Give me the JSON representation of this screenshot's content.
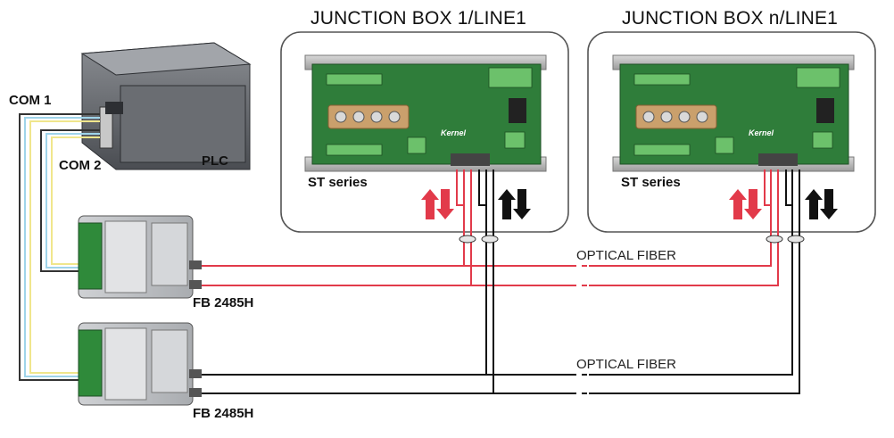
{
  "diagram": {
    "junction_box_1": {
      "title": "JUNCTION BOX 1/LINE1",
      "series_label": "ST series"
    },
    "junction_box_n": {
      "title": "JUNCTION BOX n/LINE1",
      "series_label": "ST series"
    },
    "plc": {
      "label": "PLC",
      "com1_label": "COM 1",
      "com2_label": "COM 2"
    },
    "converter_top": {
      "label": "FB 2485H"
    },
    "converter_bottom": {
      "label": "FB 2485H"
    },
    "fiber_labels": [
      "OPTICAL FIBER",
      "OPTICAL FIBER"
    ],
    "colors": {
      "fiber_red": "#e23a4a",
      "fiber_black": "#111111",
      "board_green": "#2f7d3a",
      "box_outline": "#555555"
    }
  }
}
